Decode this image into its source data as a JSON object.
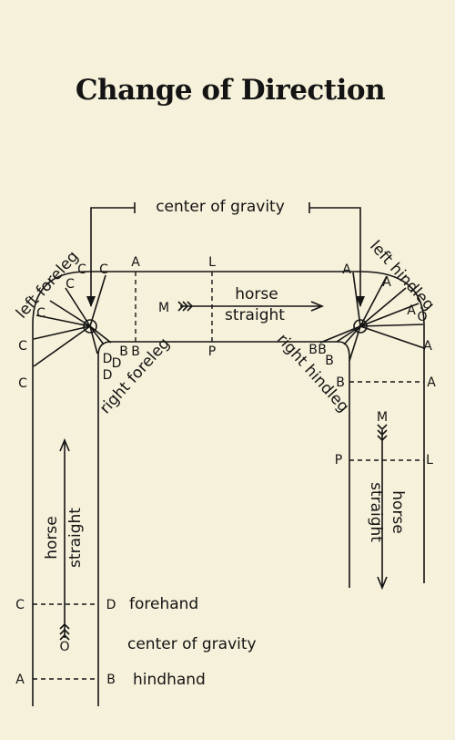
{
  "title": "Change of Direction",
  "labels": {
    "center_of_gravity_top": "center of gravity",
    "left_foreleg": "left foreleg",
    "right_foreleg": "right foreleg",
    "left_hindleg": "left hindleg",
    "right_hindleg": "right hindleg",
    "horse": "horse",
    "straight": "straight",
    "forehand": "forehand",
    "center_of_gravity_bottom": "center of gravity",
    "hindhand": "hindhand"
  },
  "points": {
    "A": "A",
    "B": "B",
    "C": "C",
    "D": "D",
    "L": "L",
    "P": "P",
    "M": "M",
    "O": "O"
  }
}
